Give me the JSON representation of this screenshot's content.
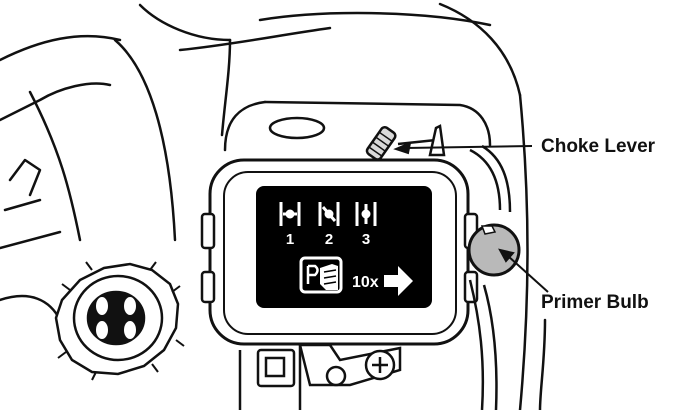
{
  "callouts": {
    "choke_lever": "Choke Lever",
    "primer_bulb": "Primer Bulb"
  },
  "decal": {
    "positions": [
      "1",
      "2",
      "3"
    ],
    "prime_count": "10x",
    "icons": [
      "choke-position-1-icon",
      "choke-position-2-icon",
      "choke-position-3-icon",
      "primer-press-hand-icon",
      "arrow-right-icon"
    ]
  },
  "colors": {
    "line": "#111111",
    "decal_background": "#000000",
    "decal_foreground": "#ffffff",
    "primer_bulb": "#b9b9b9"
  }
}
